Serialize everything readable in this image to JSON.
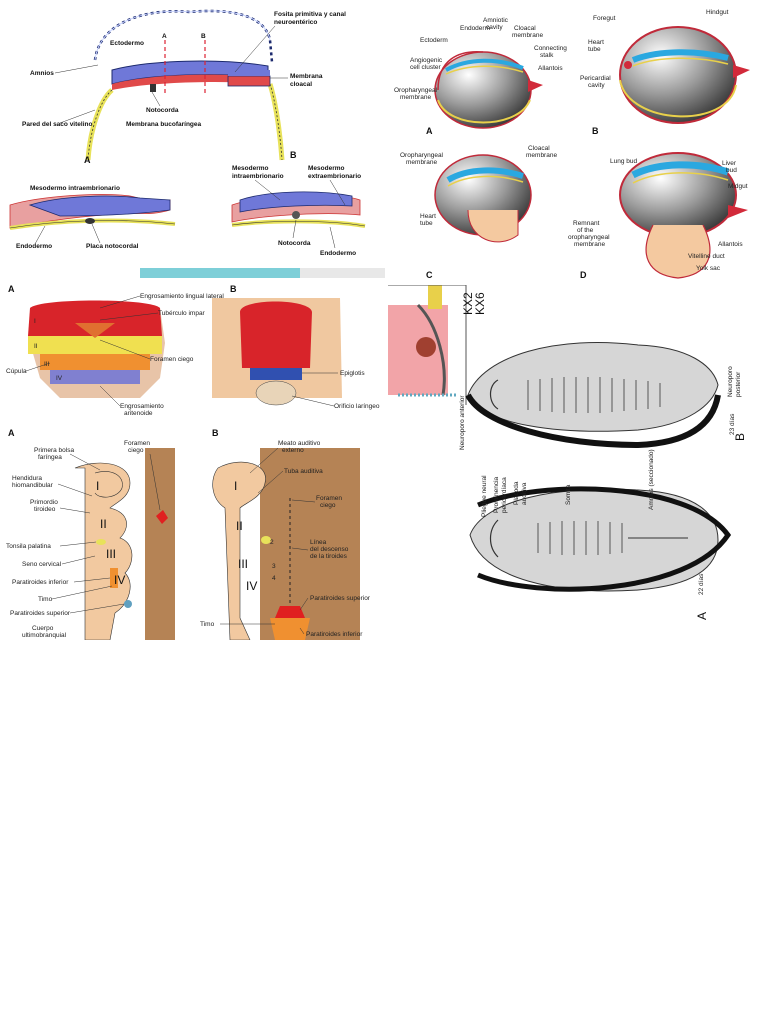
{
  "panel_top_left": {
    "labels": {
      "ectodermo": "Ectodermo",
      "a": "A",
      "b": "B",
      "fosita": "Fosita primitiva y canal",
      "fosita2": "neuroentérico",
      "amnios": "Amnios",
      "membrana_cloacal": "Membrana",
      "membrana_cloacal2": "cloacal",
      "notocorda": "Notocorda",
      "pared": "Pared del saco vitelino",
      "bucofaringea": "Membrana bucofaríngea",
      "fig_a": "A",
      "fig_b": "B",
      "meso_intra": "Mesodermo intraembrionario",
      "meso_intra_b": "Mesodermo",
      "meso_intra_b2": "intraembrionario",
      "meso_extra_b": "Mesodermo",
      "meso_extra_b2": "extraembrionario",
      "endodermo": "Endodermo",
      "placa": "Placa notocordal",
      "notocorda_b": "Notocorda",
      "endodermo_b": "Endodermo"
    }
  },
  "panel_top_right": {
    "labels": {
      "endoderm": "Endoderm",
      "amniotic": "Amniotic",
      "amniotic2": "cavity",
      "cloacal": "Cloacal",
      "cloacal2": "membrane",
      "ectoderm": "Ectoderm",
      "connecting": "Connecting",
      "connecting2": "stalk",
      "angiogenic": "Angiogenic",
      "angiogenic2": "cell cluster",
      "allantois": "Allantois",
      "oropharyngeal": "Oropharyngeal",
      "oropharyngeal2": "membrane",
      "foregut": "Foregut",
      "hindgut": "Hindgut",
      "heart": "Heart",
      "heart2": "tube",
      "pericardial": "Pericardial",
      "pericardial2": "cavity",
      "fig_a": "A",
      "fig_b": "B",
      "orophar_c": "Oropharyngeal",
      "orophar_c2": "membrane",
      "cloacal_c": "Cloacal",
      "cloacal_c2": "membrane",
      "heart_c": "Heart",
      "heart_c2": "tube",
      "lung": "Lung bud",
      "liver": "Liver",
      "liver2": "bud",
      "midgut": "Midgut",
      "remnant": "Remnant",
      "remnant2": "of the",
      "remnant3": "oropharyngeal",
      "remnant4": "membrane",
      "allantois_d": "Allantois",
      "vitelline": "Vitelline duct",
      "yolk": "Yolk sac",
      "fig_c": "C",
      "fig_d": "D"
    }
  },
  "panel_mid_left": {
    "labels": {
      "fig_a": "A",
      "fig_b": "B",
      "engros_lingual": "Engrosamiento lingual lateral",
      "tuberculo": "Tubérculo impar",
      "foramen": "Foramen ciego",
      "copula": "Cúpula",
      "epiglotis": "Epiglotis",
      "engros_arit": "Engrosamiento",
      "engros_arit2": "aritenoide",
      "orificio": "Orificio laríngeo",
      "r1": "I",
      "r2": "II",
      "r3": "III",
      "r4": "IV"
    }
  },
  "panel_bottom_left": {
    "labels": {
      "fig_a": "A",
      "fig_b": "B",
      "primera": "Primera bolsa",
      "primera2": "faríngea",
      "foramen": "Foramen",
      "foramen2": "ciego",
      "hendidura": "Hendidura",
      "hendidura2": "hiomandibular",
      "primordio": "Primordio",
      "primordio2": "tiroideo",
      "tonsila": "Tonsila palatina",
      "seno": "Seno cervical",
      "para_inf": "Paratiroides inferior",
      "timo": "Timo",
      "para_sup": "Paratiroides superior",
      "cuerpo": "Cuerpo",
      "cuerpo2": "ultimobranquial",
      "meato": "Meato auditivo",
      "meato2": "externo",
      "tuba": "Tuba auditiva",
      "foramen_b": "Foramen",
      "foramen_b2": "ciego",
      "linea": "Línea",
      "linea2": "del descenso",
      "linea3": "de la tiroides",
      "para_sup_b": "Paratiroides superior",
      "timo_b": "Timo",
      "para_inf_b": "Paratiroides inferior",
      "r1": "I",
      "r2": "II",
      "r3": "III",
      "r4": "IV",
      "n2": "2",
      "n3": "3",
      "n4": "4"
    }
  },
  "panel_bottom_right": {
    "labels": {
      "kx2": "KX2",
      "kx6": "KX6",
      "neuroporo_ant": "Neuroporo anterior",
      "neuroporo_post": "Neuroporo",
      "neuroporo_post2": "posterior",
      "dias23": "23 días",
      "fig_b": "B",
      "pliegue": "Pliegue neural",
      "prominencia": "Prominencia",
      "prominencia2": "pericardíaca",
      "placoda": "Placoda",
      "placoda2": "auditiva",
      "somita": "Somita",
      "amnios": "Amnios (seccionado)",
      "dias22": "22 días",
      "fig_a": "A"
    }
  },
  "colors": {
    "ectoderm_blue": "#6f78d8",
    "endoderm_yellow": "#e8e25a",
    "mesoderm_red": "#e04a4a",
    "skin": "#f2c9a0",
    "tan": "#b58355",
    "foreground_gray": "#555555"
  }
}
